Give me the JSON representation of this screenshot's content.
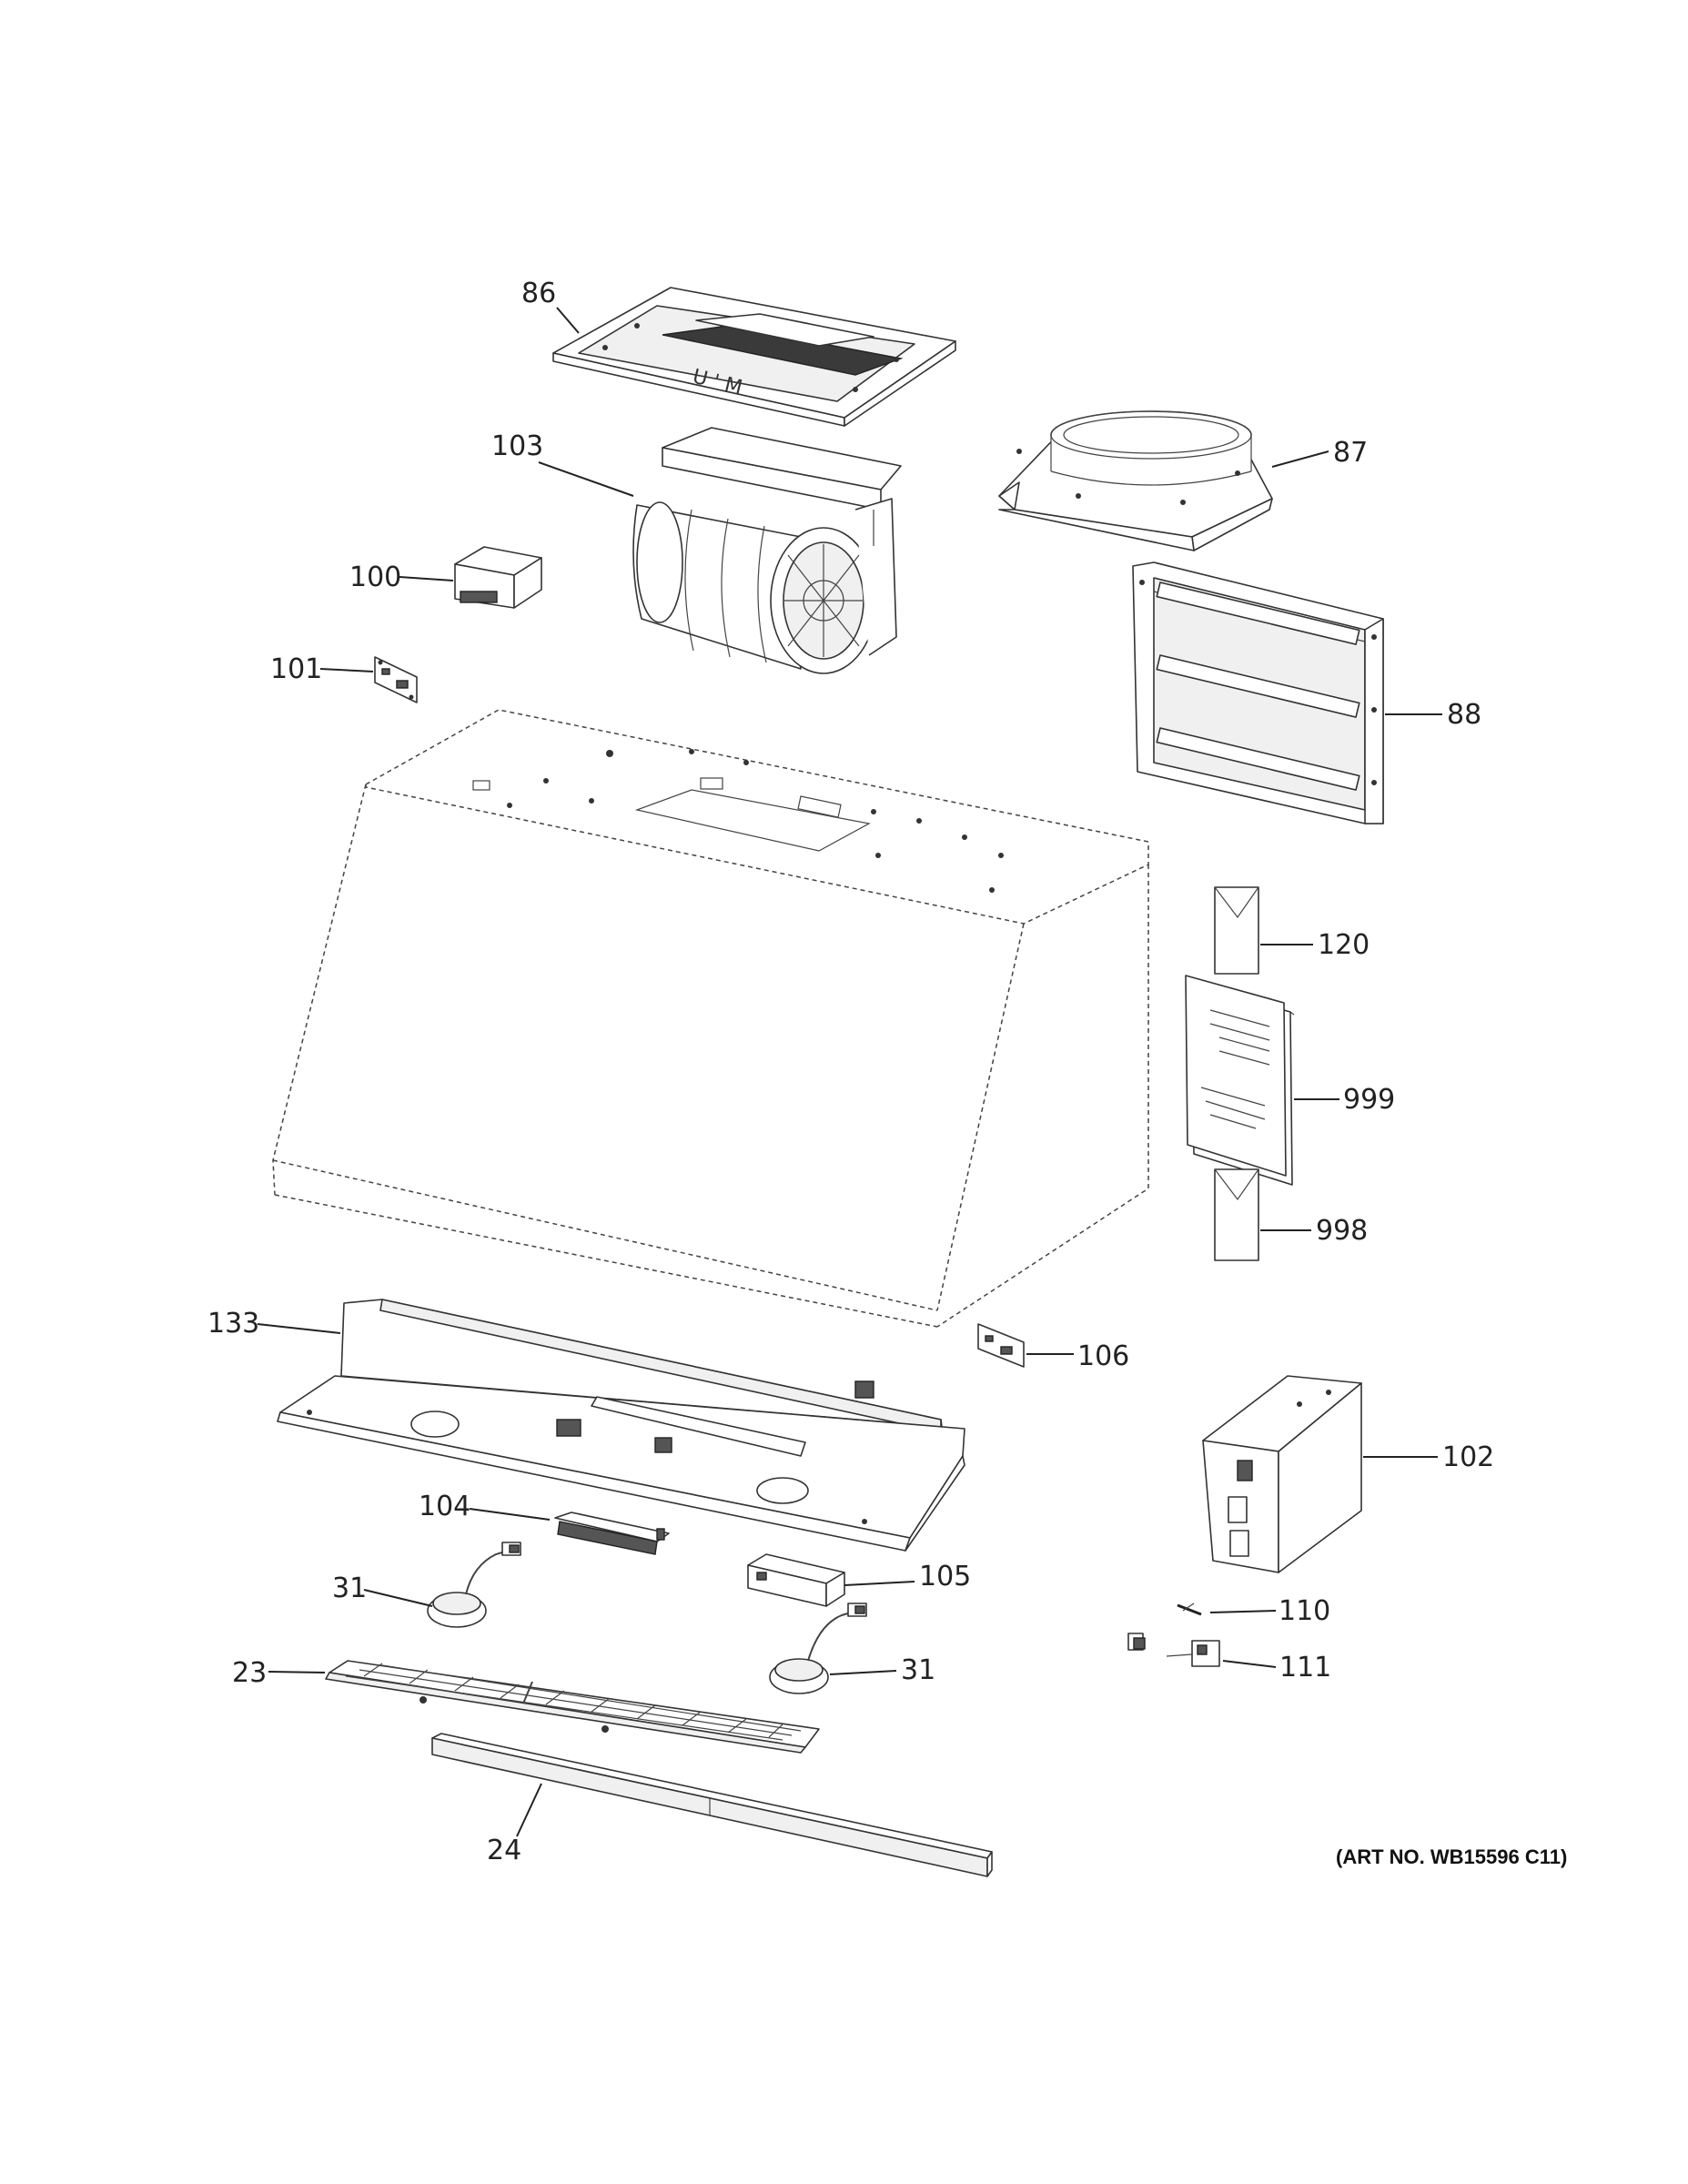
{
  "callouts": {
    "c86": "86",
    "c103": "103",
    "c87": "87",
    "c100": "100",
    "c101": "101",
    "c88": "88",
    "c120": "120",
    "c999": "999",
    "c998": "998",
    "c133": "133",
    "c106": "106",
    "c102": "102",
    "c104": "104",
    "c105": "105",
    "c31a": "31",
    "c31b": "31",
    "c110": "110",
    "c111": "111",
    "c23": "23",
    "c24": "24"
  },
  "art_number": "(ART NO. WB15596 C11)",
  "top_plate_text": "U ' M"
}
